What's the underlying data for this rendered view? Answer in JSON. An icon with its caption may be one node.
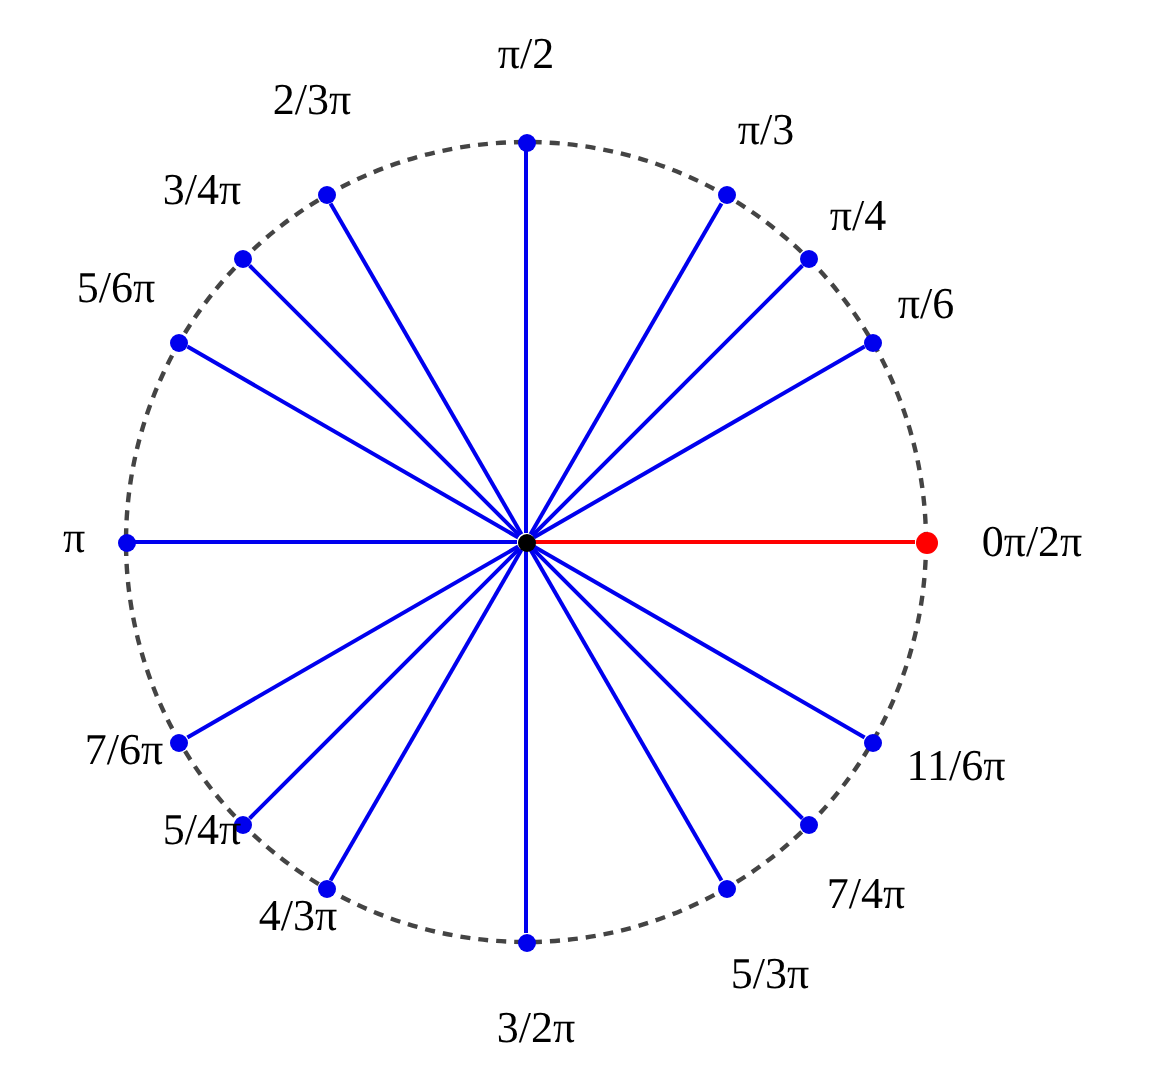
{
  "diagram": {
    "nodes": [
      {
        "text": [],
        "shape": "circle"
      },
      {
        "text": [],
        "shape": "circle",
        "beside": [
          "0π/2π"
        ]
      },
      {
        "text": [],
        "shape": "circle",
        "beside": [
          "π/6"
        ]
      },
      {
        "text": [],
        "shape": "circle",
        "beside": [
          "π/4"
        ]
      },
      {
        "text": [],
        "shape": "circle",
        "beside": [
          "π/3"
        ]
      },
      {
        "text": [],
        "shape": "circle",
        "beside": [
          "π/2"
        ]
      },
      {
        "text": [],
        "shape": "circle",
        "beside": [
          "2/3π"
        ]
      },
      {
        "text": [],
        "shape": "circle",
        "beside": [
          "3/4π"
        ]
      },
      {
        "text": [],
        "shape": "circle",
        "beside": [
          "5/6π"
        ]
      },
      {
        "text": [],
        "shape": "circle",
        "beside": [
          "π"
        ]
      },
      {
        "text": [],
        "shape": "circle",
        "beside": [
          "7/6π"
        ]
      },
      {
        "text": [],
        "shape": "circle",
        "beside": [
          "5/4π"
        ]
      },
      {
        "text": [],
        "shape": "circle",
        "beside": [
          "4/3π"
        ]
      },
      {
        "text": [],
        "shape": "circle",
        "beside": [
          "3/2π"
        ]
      },
      {
        "text": [],
        "shape": "circle",
        "beside": [
          "5/3π"
        ]
      },
      {
        "text": [],
        "shape": "circle",
        "beside": [
          "7/4π"
        ]
      },
      {
        "text": [],
        "shape": "circle",
        "beside": [
          "11/6π"
        ]
      }
    ],
    "edges": [
      {
        "from": 0,
        "to": 1,
        "arrow": "none",
        "color": "#ff0000"
      },
      {
        "from": 0,
        "to": 2,
        "arrow": "none"
      },
      {
        "from": 0,
        "to": 3,
        "arrow": "none"
      },
      {
        "from": 0,
        "to": 4,
        "arrow": "none"
      },
      {
        "from": 0,
        "to": 5,
        "arrow": "none"
      },
      {
        "from": 0,
        "to": 6,
        "arrow": "none"
      },
      {
        "from": 0,
        "to": 7,
        "arrow": "none"
      },
      {
        "from": 0,
        "to": 8,
        "arrow": "none"
      },
      {
        "from": 0,
        "to": 9,
        "arrow": "none"
      },
      {
        "from": 0,
        "to": 10,
        "arrow": "none"
      },
      {
        "from": 0,
        "to": 11,
        "arrow": "none"
      },
      {
        "from": 0,
        "to": 12,
        "arrow": "none"
      },
      {
        "from": 0,
        "to": 13,
        "arrow": "none"
      },
      {
        "from": 0,
        "to": 14,
        "arrow": "none"
      },
      {
        "from": 0,
        "to": 15,
        "arrow": "none"
      },
      {
        "from": 0,
        "to": 16,
        "arrow": "none"
      }
    ]
  }
}
